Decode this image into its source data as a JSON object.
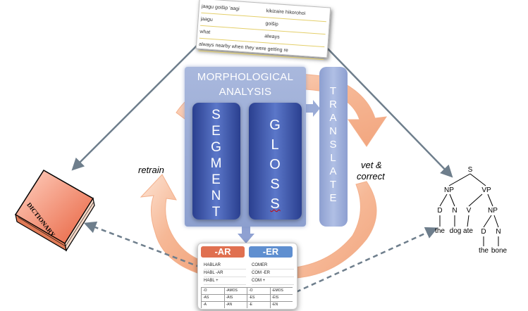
{
  "morph": {
    "title_line1": "MORPHOLOGICAL",
    "title_line2": "ANALYSIS",
    "segment_letters": [
      "S",
      "E",
      "G",
      "M",
      "E",
      "N",
      "T"
    ],
    "segment_text": "SEGMENT",
    "gloss_letters": [
      "G",
      "L",
      "O",
      "S",
      "S"
    ],
    "gloss_text": "GLOSS"
  },
  "translate": {
    "letters": [
      "T",
      "R",
      "A",
      "N",
      "S",
      "L",
      "A",
      "T",
      "E"
    ],
    "text": "TRANSLATE"
  },
  "labels": {
    "retrain": "retrain",
    "vet_line1": "vet &",
    "vet_line2": "correct"
  },
  "dictionary": {
    "label": "DICTIONARY"
  },
  "document": {
    "rows": [
      [
        "jaagu goiŝip 'aagi",
        "kikizaire hikorohoi"
      ],
      [
        "jaagu",
        "goiŝip"
      ],
      [
        "what",
        "always"
      ],
      [
        "always nearby when they were getting re",
        ""
      ]
    ]
  },
  "tree": {
    "nodes": [
      "S",
      "NP",
      "VP",
      "D",
      "N",
      "V",
      "NP",
      "D",
      "N"
    ],
    "words": [
      "the",
      "dog",
      "ate",
      "the",
      "bone"
    ]
  },
  "conjugation": {
    "left_header": "-AR",
    "right_header": "-ER",
    "left_rows": [
      "HABLAR",
      "HABL -AR",
      "HABL +"
    ],
    "right_rows": [
      "COMER",
      "COM -ER",
      "COM +"
    ],
    "table": [
      [
        "-O",
        "-AMOS",
        "-O",
        "-EMOS"
      ],
      [
        "-AS",
        "-ÁIS",
        "-ES",
        "-ÉIS"
      ],
      [
        "-A",
        "-AN",
        "-E",
        "-EN"
      ]
    ]
  },
  "colors": {
    "arrow": "#f3b08c",
    "connector": "#6e7e8c",
    "morph_panel": "#9aabd6",
    "columns": "#3a55b0",
    "book": "#f08a6a"
  }
}
